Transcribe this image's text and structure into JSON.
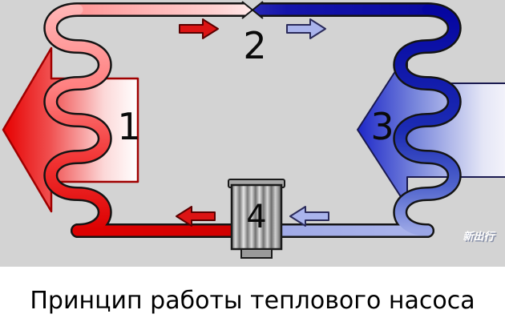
{
  "diagram": {
    "title": "Принцип работы теплового насоса",
    "watermark": "新出行",
    "stage_labels": {
      "condenser": "1",
      "expansion_valve": "2",
      "evaporator": "3",
      "compressor": "4"
    },
    "colors": {
      "hot": "#dc1414",
      "hot_light": "#ffb4b4",
      "cold": "#0a0aa0",
      "cold_light": "#aab4ec",
      "background": "#d3d3d3"
    }
  }
}
